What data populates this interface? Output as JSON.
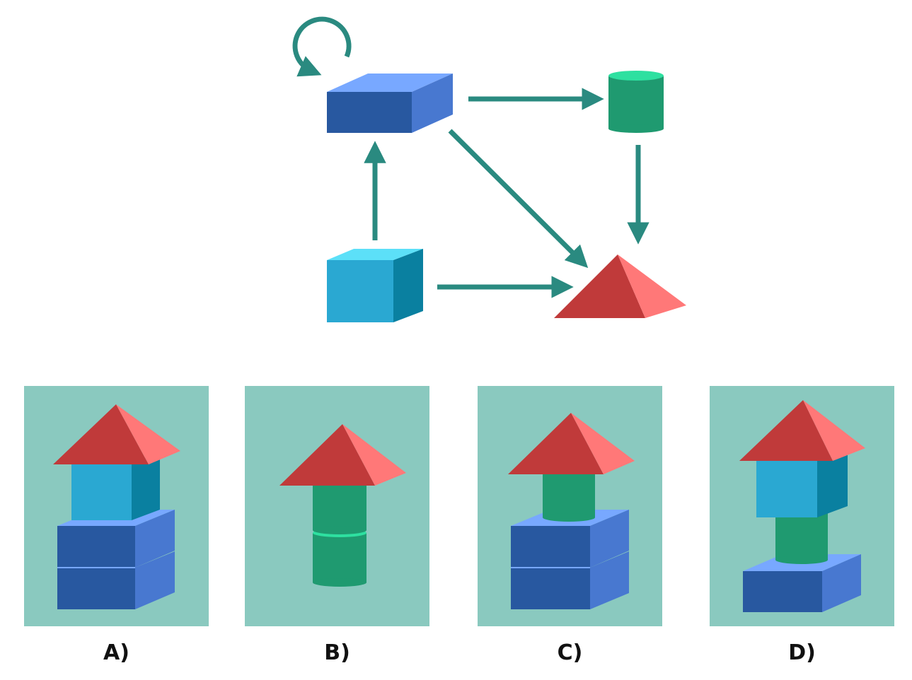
{
  "diagram": {
    "nodes": [
      {
        "id": "wide-blue-block",
        "shape": "cuboid",
        "color": "#2858a0"
      },
      {
        "id": "green-cylinder",
        "shape": "cylinder",
        "color": "#1f9a70"
      },
      {
        "id": "cyan-cube",
        "shape": "cube",
        "color": "#2aa8d2"
      },
      {
        "id": "red-pyramid",
        "shape": "pyramid",
        "color": "#c03a3a"
      }
    ],
    "edges": [
      {
        "from": "wide-blue-block",
        "to": "wide-blue-block"
      },
      {
        "from": "wide-blue-block",
        "to": "green-cylinder"
      },
      {
        "from": "wide-blue-block",
        "to": "red-pyramid"
      },
      {
        "from": "green-cylinder",
        "to": "red-pyramid"
      },
      {
        "from": "cyan-cube",
        "to": "wide-blue-block"
      },
      {
        "from": "cyan-cube",
        "to": "red-pyramid"
      }
    ],
    "arrow_color": "#2a8a80"
  },
  "options": [
    {
      "label": "A)",
      "stack_bottom_to_top": [
        "wide-blue-block",
        "wide-blue-block",
        "cyan-cube",
        "red-pyramid"
      ]
    },
    {
      "label": "B)",
      "stack_bottom_to_top": [
        "green-cylinder",
        "green-cylinder",
        "red-pyramid"
      ]
    },
    {
      "label": "C)",
      "stack_bottom_to_top": [
        "wide-blue-block",
        "wide-blue-block",
        "green-cylinder",
        "red-pyramid"
      ]
    },
    {
      "label": "D)",
      "stack_bottom_to_top": [
        "wide-blue-block",
        "green-cylinder",
        "cyan-cube",
        "red-pyramid"
      ]
    }
  ],
  "colors": {
    "panel_background": "#8ac9bf",
    "blue_front": "#2858a0",
    "blue_side": "#4878d0",
    "blue_top": "#78a8ff",
    "cyan_front": "#2aa8d2",
    "cyan_side": "#0a80a0",
    "cyan_top": "#5ce0f8",
    "green_body": "#1f9a70",
    "green_top": "#2ee0a0",
    "red_left": "#c03a3a",
    "red_right": "#ff7878"
  }
}
